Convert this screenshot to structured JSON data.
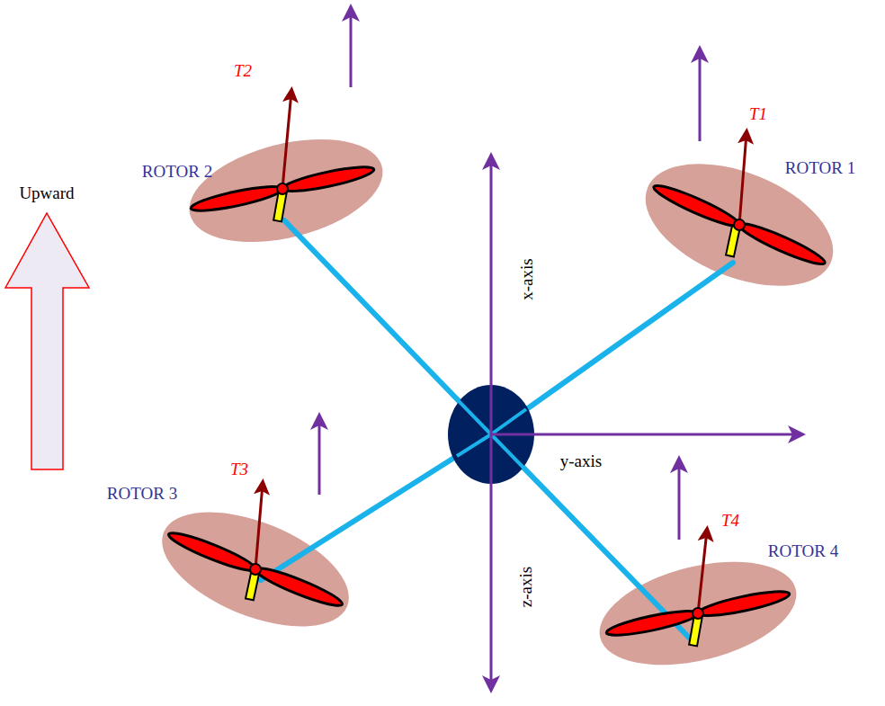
{
  "diagram": {
    "labels": [
      "T2",
      "T1",
      "ROTOR 2",
      "ROTOR 1",
      "Upward",
      "x-axis",
      "y-axis",
      "T3",
      "ROTOR 3",
      "T4",
      "ROTOR 4",
      "z-axis"
    ]
  }
}
